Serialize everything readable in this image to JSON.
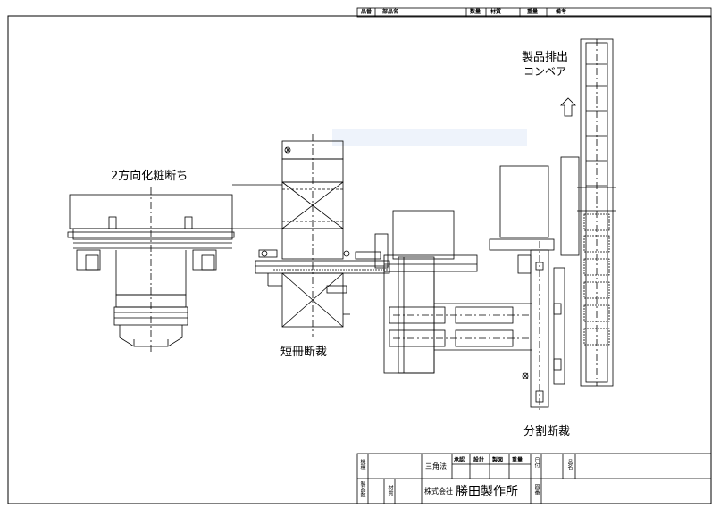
{
  "header_row": {
    "part_no": "品番",
    "part_name": "部品名",
    "quantity": "数量",
    "material": "材質",
    "weight": "重量",
    "remarks": "備考"
  },
  "labels": {
    "product_discharge_conveyor_line1": "製品排出",
    "product_discharge_conveyor_line2": "コンベア",
    "two_direction_cutting": "2方向化粧断ち",
    "strip_cutting": "短冊断裁",
    "split_cutting": "分割断裁"
  },
  "title_block": {
    "machine_type": "機種",
    "product_number": "製品数",
    "material": "材質",
    "projection": "三角法",
    "approval": "承認",
    "design": "設計",
    "drafting": "製図",
    "weight": "重量",
    "date": "日付",
    "product_name": "品名",
    "company": "株式会社 勝田製作所",
    "company_prefix": "株式会社",
    "company_name": "勝田製作所",
    "drawing_number": "図番"
  },
  "watermark": "",
  "colors": {
    "line": "#000000",
    "paper": "#ffffff",
    "watermark": "#e8eef8"
  }
}
